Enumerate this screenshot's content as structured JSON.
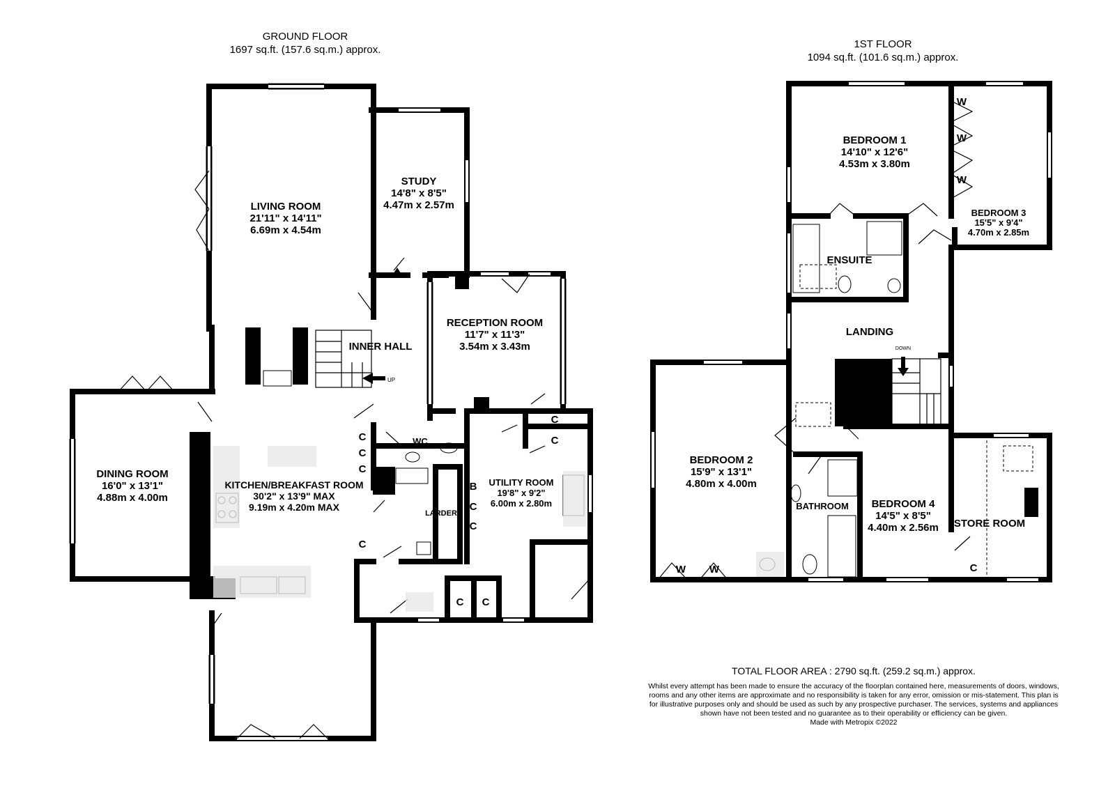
{
  "ground_floor": {
    "title": "GROUND FLOOR",
    "area": "1697 sq.ft. (157.6 sq.m.) approx.",
    "rooms": {
      "living": {
        "name": "LIVING ROOM",
        "imperial": "21'11\"  x 14'11\"",
        "metric": "6.69m  x 4.54m"
      },
      "study": {
        "name": "STUDY",
        "imperial": "14'8\"  x 8'5\"",
        "metric": "4.47m  x 2.57m"
      },
      "reception": {
        "name": "RECEPTION ROOM",
        "imperial": "11'7\"  x 11'3\"",
        "metric": "3.54m  x 3.43m"
      },
      "inner_hall": {
        "name": "INNER HALL"
      },
      "dining": {
        "name": "DINING ROOM",
        "imperial": "16'0\"  x 13'1\"",
        "metric": "4.88m  x 4.00m"
      },
      "kitchen": {
        "name": "KITCHEN/BREAKFAST ROOM",
        "imperial": "30'2\"  x 13'9\" MAX",
        "metric": "9.19m  x 4.20m MAX"
      },
      "utility": {
        "name": "UTILITY ROOM",
        "imperial": "19'8\"  x 9'2\"",
        "metric": "6.00m  x 2.80m"
      },
      "wc": {
        "name": "WC"
      },
      "larder": {
        "name": "LARDER"
      }
    },
    "marks": {
      "up": "UP",
      "c": "C",
      "b": "B"
    }
  },
  "first_floor": {
    "title": "1ST FLOOR",
    "area": "1094 sq.ft. (101.6 sq.m.) approx.",
    "rooms": {
      "bed1": {
        "name": "BEDROOM 1",
        "imperial": "14'10\"  x 12'6\"",
        "metric": "4.53m  x 3.80m"
      },
      "bed3": {
        "name": "BEDROOM 3",
        "imperial": "15'5\"  x 9'4\"",
        "metric": "4.70m  x 2.85m"
      },
      "ensuite": {
        "name": "ENSUITE"
      },
      "landing": {
        "name": "LANDING"
      },
      "bed2": {
        "name": "BEDROOM 2",
        "imperial": "15'9\"  x 13'1\"",
        "metric": "4.80m  x 4.00m"
      },
      "bathroom": {
        "name": "BATHROOM"
      },
      "bed4": {
        "name": "BEDROOM 4",
        "imperial": "14'5\"  x 8'5\"",
        "metric": "4.40m  x 2.56m"
      },
      "store": {
        "name": "STORE ROOM"
      }
    },
    "marks": {
      "down": "DOWN",
      "w": "W",
      "c": "C"
    }
  },
  "footer": {
    "total": "TOTAL FLOOR AREA : 2790 sq.ft. (259.2 sq.m.) approx.",
    "disclaimer": "Whilst every attempt has been made to ensure the accuracy of the floorplan contained here, measurements of doors, windows, rooms and any other items are approximate and no responsibility is taken for any error, omission or mis-statement. This plan is for illustrative purposes only and should be used as such by any prospective purchaser. The services, systems and appliances shown have not been tested and no guarantee as to their operability or efficiency can be given.",
    "made_with": "Made with Metropix ©2022"
  }
}
